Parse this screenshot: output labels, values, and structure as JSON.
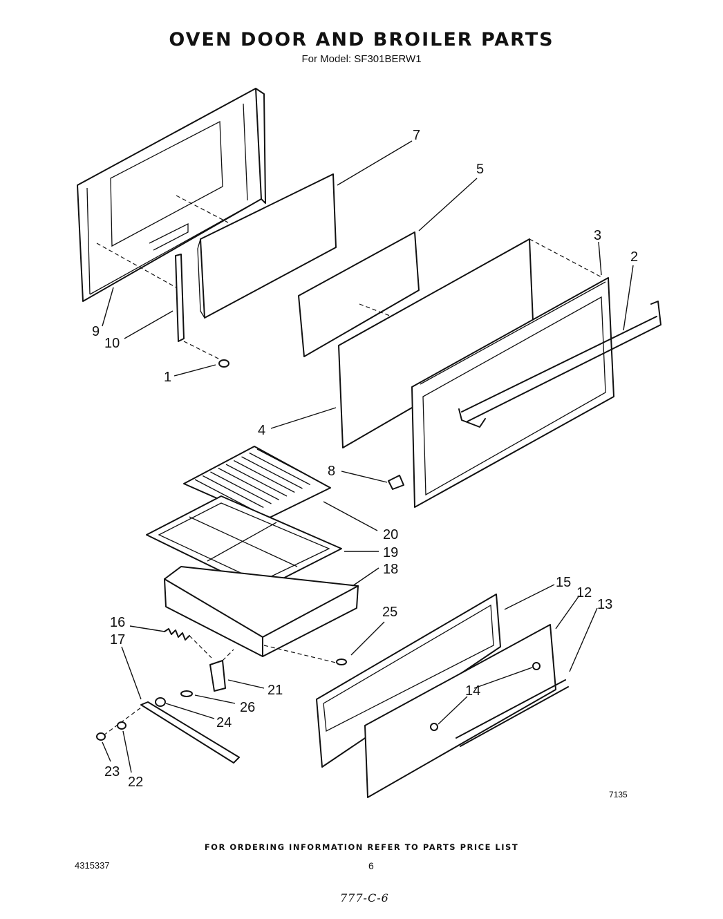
{
  "header": {
    "title": "OVEN DOOR AND BROILER PARTS",
    "subtitle": "For Model: SF301BERW1"
  },
  "callouts": [
    {
      "id": "c7",
      "text": "7"
    },
    {
      "id": "c5",
      "text": "5"
    },
    {
      "id": "c3",
      "text": "3"
    },
    {
      "id": "c2",
      "text": "2"
    },
    {
      "id": "c9",
      "text": "9"
    },
    {
      "id": "c10",
      "text": "10"
    },
    {
      "id": "c1",
      "text": "1"
    },
    {
      "id": "c4",
      "text": "4"
    },
    {
      "id": "c8",
      "text": "8"
    },
    {
      "id": "c20",
      "text": "20"
    },
    {
      "id": "c19",
      "text": "19"
    },
    {
      "id": "c18",
      "text": "18"
    },
    {
      "id": "c15",
      "text": "15"
    },
    {
      "id": "c12",
      "text": "12"
    },
    {
      "id": "c13",
      "text": "13"
    },
    {
      "id": "c16",
      "text": "16"
    },
    {
      "id": "c17",
      "text": "17"
    },
    {
      "id": "c25",
      "text": "25"
    },
    {
      "id": "c21",
      "text": "21"
    },
    {
      "id": "c26",
      "text": "26"
    },
    {
      "id": "c14",
      "text": "14"
    },
    {
      "id": "c24",
      "text": "24"
    },
    {
      "id": "c23",
      "text": "23"
    },
    {
      "id": "c22",
      "text": "22"
    }
  ],
  "diagram_code": "7135",
  "footer": {
    "ordering_note": "FOR ORDERING INFORMATION REFER TO PARTS PRICE LIST",
    "part_number": "4315337",
    "page_number": "6",
    "handwritten_note": "777-C-6"
  }
}
